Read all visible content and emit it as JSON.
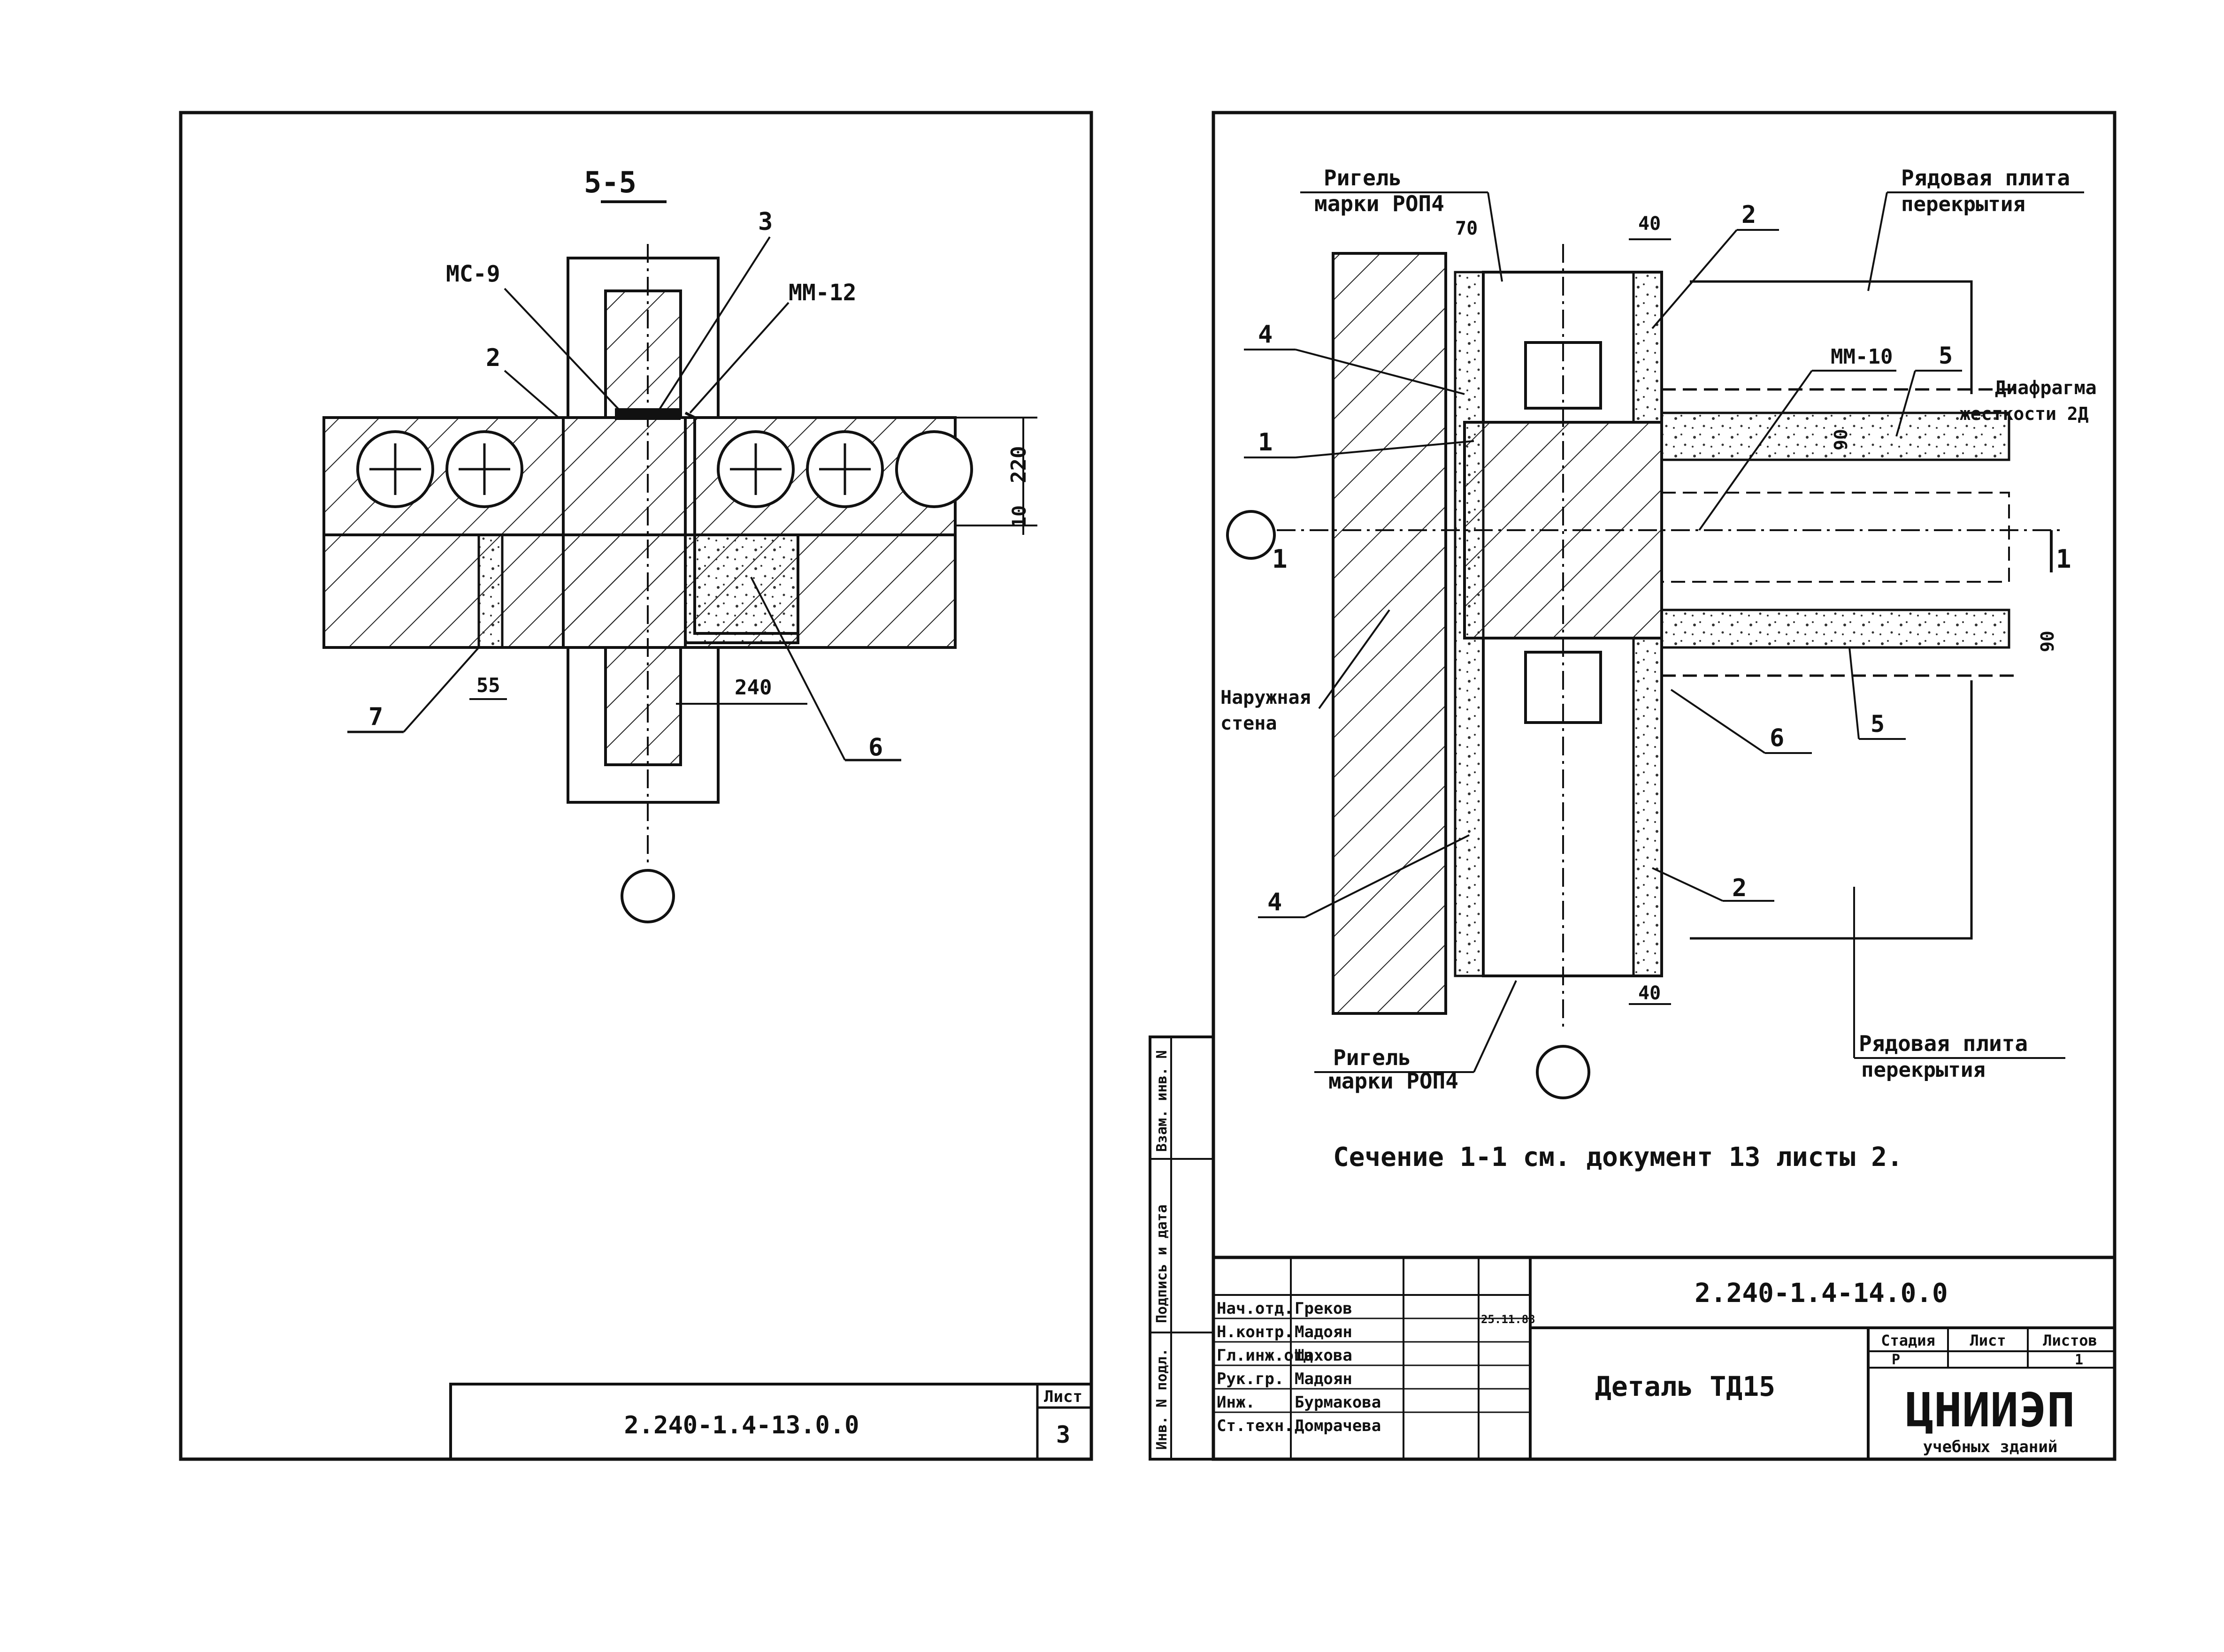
{
  "left_sheet": {
    "section_title": "5-5",
    "labels": {
      "mc9": "МС-9",
      "n3": "3",
      "mn12": "ММ-12",
      "n2": "2",
      "n7": "7",
      "n6": "6"
    },
    "dims": {
      "d220": "220",
      "d10": "10",
      "d55": "55",
      "d240": "240"
    },
    "stamp": {
      "code": "2.240-1.4-13.0.0",
      "sheet_label": "Лист",
      "sheet_no": "3"
    }
  },
  "right_sheet": {
    "labels": {
      "rigel_top": "Ригель",
      "rigel_top_mark": "марки РОП4",
      "plate_top": "Рядовая плита",
      "plate_top_2": "перекрытия",
      "diaphragm": "Диафрагма",
      "diaphragm_2": "жесткости 2Д",
      "mn10": "ММ-10",
      "outer_wall": "Наружная",
      "outer_wall_2": "стена",
      "rigel_bottom": "Ригель",
      "rigel_bottom_mark": "марки РОП4",
      "plate_bottom": "Рядовая плита",
      "plate_bottom_2": "перекрытия",
      "n1a": "1",
      "n1b": "1",
      "n1c": "1",
      "n2a": "2",
      "n2b": "2",
      "n4a": "4",
      "n4b": "4",
      "n5a": "5",
      "n5b": "5",
      "n6": "6"
    },
    "dims": {
      "d70": "70",
      "d40a": "40",
      "d40b": "40",
      "d90a": "90",
      "d90b": "90"
    },
    "note": "Сечение 1-1 см. документ 13 листы 2.",
    "side_stamp": {
      "inv": "Инв. N подл.",
      "sign": "Подпись и дата",
      "vzam": "Взам. инв. N"
    },
    "title_block": {
      "code": "2.240-1.4-14.0.0",
      "title": "Деталь ТД15",
      "stage_label": "Стадия",
      "sheet_label": "Лист",
      "sheets_label": "Листов",
      "stage": "Р",
      "sheet": "1",
      "sheets": "",
      "org": "ЦНИИЭП",
      "org_sub": "учебных зданий",
      "date": "25.11.88",
      "rows": [
        {
          "role": "Нач.отд.",
          "name": "Греков"
        },
        {
          "role": "Н.контр.",
          "name": "Мадоян"
        },
        {
          "role": "Гл.инж.отд",
          "name": "Шахова"
        },
        {
          "role": "Рук.гр.",
          "name": "Мадоян"
        },
        {
          "role": "Инж.",
          "name": "Бурмакова"
        },
        {
          "role": "Ст.техн.",
          "name": "Домрачева"
        }
      ]
    }
  }
}
